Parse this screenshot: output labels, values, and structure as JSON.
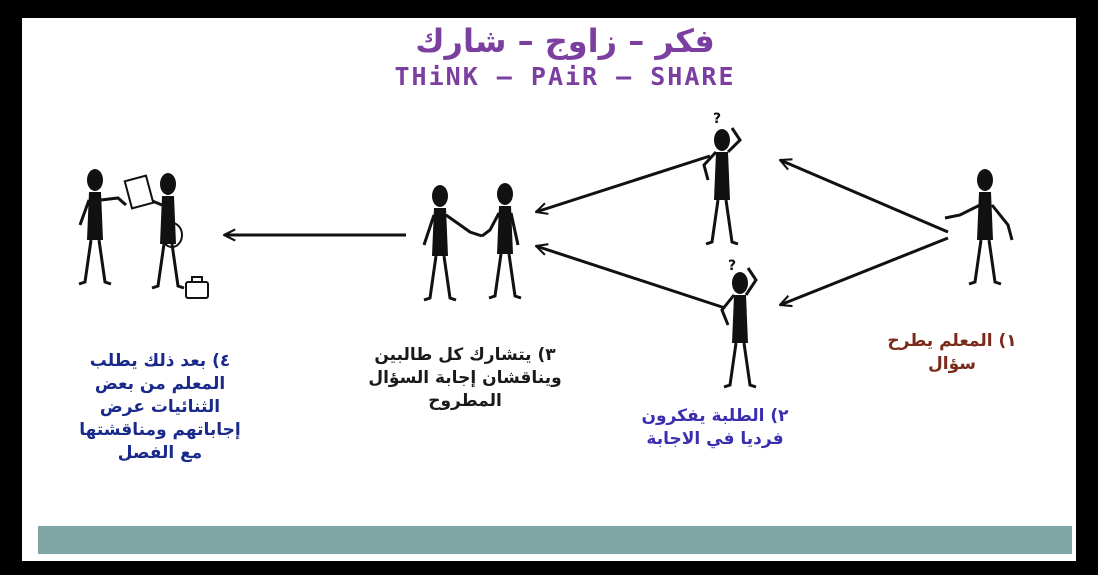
{
  "title_arabic": "فكر – زاوج – شارك",
  "title_english": "THiNK – PAiR – SHARE",
  "captions": {
    "step1_line1": "١) المعلم يطرح",
    "step1_line2": "سؤال",
    "step2_line1": "٢) الطلبة يفكرون",
    "step2_line2": "فرديا في الاجابة",
    "step3_line1": "٣) يتشارك كل طالبين",
    "step3_line2": "ويناقشان إجابة السؤال",
    "step3_line3": "المطروح",
    "step4_line1": "٤) بعد ذلك يطلب",
    "step4_line2": "المعلم من بعض",
    "step4_line3": "الثنائيات عرض",
    "step4_line4": "إجاباتهم ومناقشتها",
    "step4_line5": "مع الفصل"
  },
  "colors": {
    "title": "#7b3fa0",
    "step1": "#7a2a1a",
    "step2": "#3b2fb0",
    "step3": "#1a1a1a",
    "step4": "#1a2a8a",
    "bottom_bar": "#80a6a6"
  }
}
